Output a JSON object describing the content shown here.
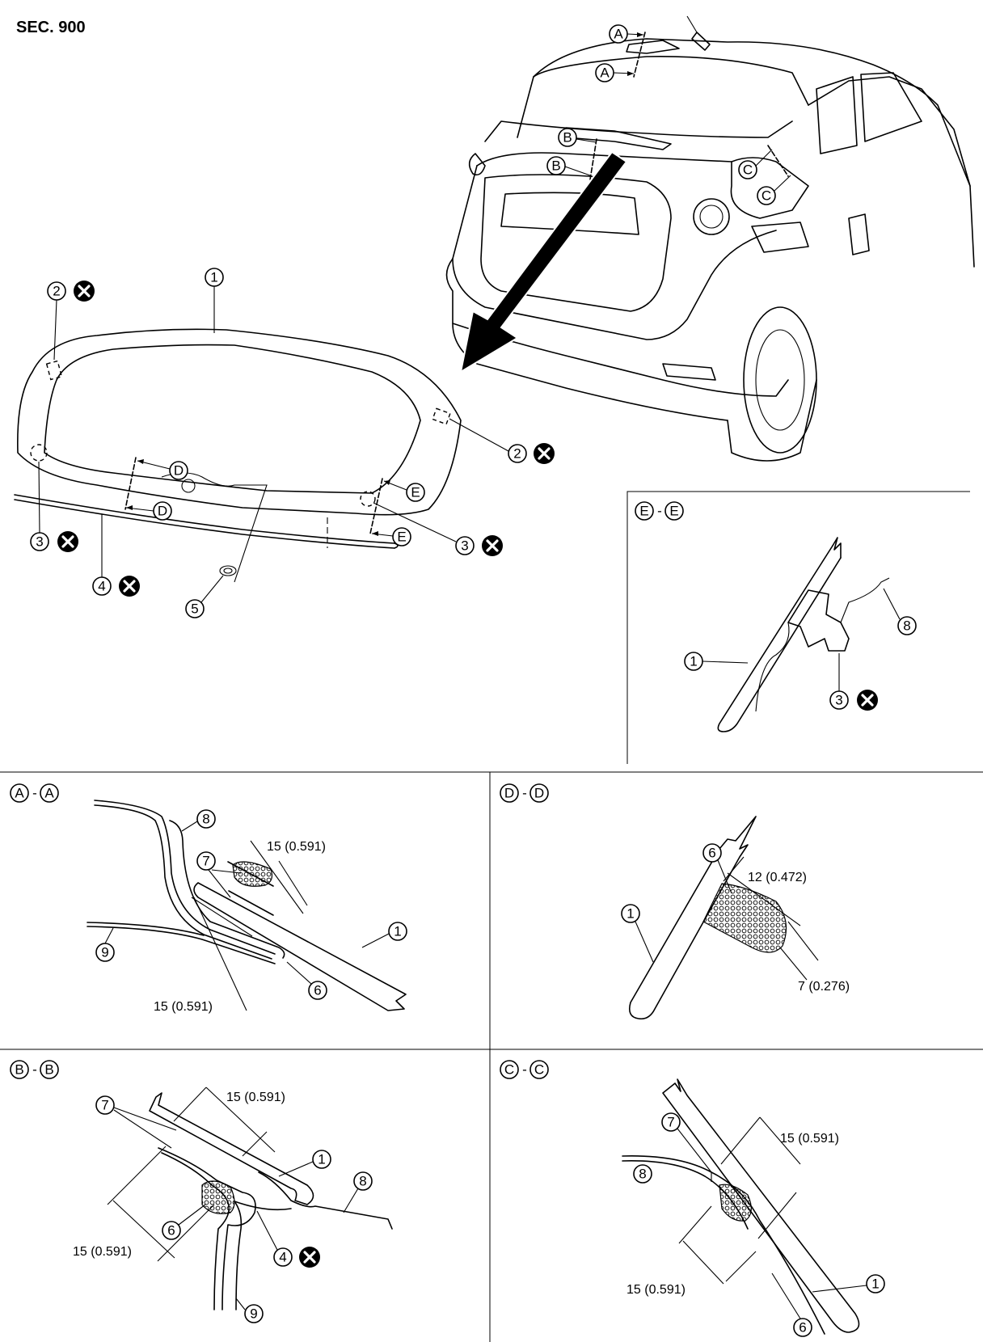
{
  "header": {
    "section_label": "SEC. 900"
  },
  "callouts": {
    "A": "A",
    "B": "B",
    "C": "C",
    "D": "D",
    "E": "E",
    "n1": "1",
    "n2": "2",
    "n3": "3",
    "n4": "4",
    "n5": "5",
    "n6": "6",
    "n7": "7",
    "n8": "8",
    "n9": "9"
  },
  "sections": {
    "ee": {
      "left": "E",
      "sep": "-",
      "right": "E"
    },
    "aa": {
      "left": "A",
      "sep": "-",
      "right": "A"
    },
    "dd": {
      "left": "D",
      "sep": "-",
      "right": "D"
    },
    "bb": {
      "left": "B",
      "sep": "-",
      "right": "B"
    },
    "cc": {
      "left": "C",
      "sep": "-",
      "right": "C"
    }
  },
  "dimensions": {
    "d15": "15 (0.591)",
    "d12": "12 (0.472)",
    "d7": "7 (0.276)"
  },
  "icons": {
    "do_not_reuse": "x-circle-icon",
    "direction": "arrow-icon"
  }
}
